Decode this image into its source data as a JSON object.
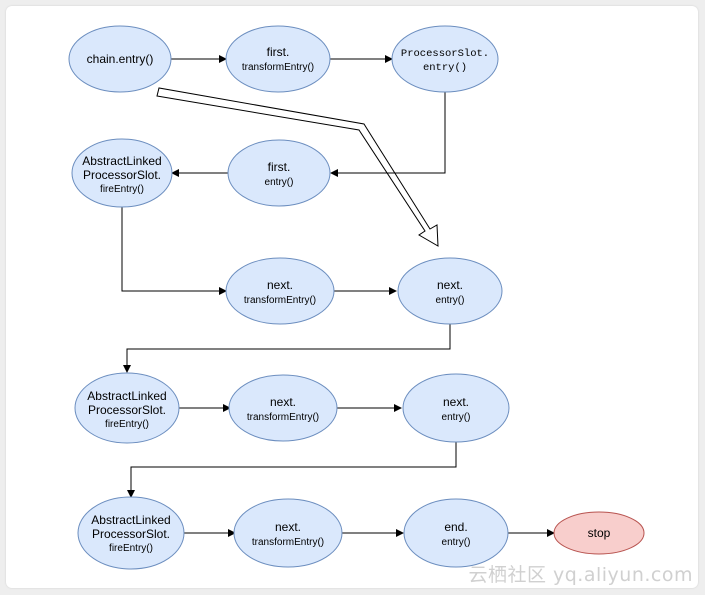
{
  "nodes": {
    "chain_entry": {
      "label": "chain.entry()"
    },
    "first_transform": {
      "line1": "first.",
      "line2": "transformEntry()"
    },
    "processor_slot": {
      "line1": "ProcessorSlot.",
      "line2": "entry()"
    },
    "first_entry": {
      "line1": "first.",
      "line2": "entry()"
    },
    "abstract_fire_1": {
      "line1": "AbstractLinked",
      "line2": "ProcessorSlot.",
      "line3": "fireEntry()"
    },
    "next_transform_1": {
      "line1": "next.",
      "line2": "transformEntry()"
    },
    "next_entry_1": {
      "line1": "next.",
      "line2": "entry()"
    },
    "abstract_fire_2": {
      "line1": "AbstractLinked",
      "line2": "ProcessorSlot.",
      "line3": "fireEntry()"
    },
    "next_transform_2": {
      "line1": "next.",
      "line2": "transformEntry()"
    },
    "next_entry_2": {
      "line1": "next.",
      "line2": "entry()"
    },
    "abstract_fire_3": {
      "line1": "AbstractLinked",
      "line2": "ProcessorSlot.",
      "line3": "fireEntry()"
    },
    "next_transform_3": {
      "line1": "next.",
      "line2": "transformEntry()"
    },
    "end_entry": {
      "line1": "end.",
      "line2": "entry()"
    },
    "stop": {
      "label": "stop"
    }
  },
  "watermark": "云栖社区 yq.aliyun.com",
  "colors": {
    "node_fill": "#dae8fc",
    "node_stroke": "#6c8ebf",
    "stop_fill": "#f8cecc",
    "stop_stroke": "#b85450"
  }
}
